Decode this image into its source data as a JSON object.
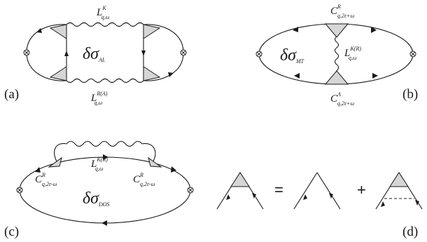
{
  "panels": {
    "a": {
      "label": "(a)",
      "top_propagator": {
        "base": "L",
        "sup": "K",
        "sub": "q,ω"
      },
      "bottom_propagator": {
        "base": "L",
        "sup": "R(A)",
        "sub": "q,ω"
      },
      "correction": {
        "symbol": "δσ",
        "sub": "AL"
      }
    },
    "b": {
      "label": "(b)",
      "top_vertex": {
        "base": "C",
        "sup": "R",
        "sub": "q,2ε+ω"
      },
      "bottom_vertex": {
        "base": "C",
        "sup": "A",
        "sub": "q,2ε+ω"
      },
      "propagator": {
        "base": "L",
        "sup": "K(R)",
        "sub": "q,ω"
      },
      "correction": {
        "symbol": "δσ",
        "sub": "MT"
      }
    },
    "c": {
      "label": "(c)",
      "propagator": {
        "base": "L",
        "sup": "K(R)",
        "sub": "q,ω"
      },
      "left_vertex": {
        "base": "C",
        "sup": "R",
        "sub": "q,2ε-ω"
      },
      "right_vertex": {
        "base": "C",
        "sup": "R",
        "sub": "q,2ε-ω"
      },
      "correction": {
        "symbol": "δσ",
        "sub": "DOS"
      }
    },
    "d": {
      "label": "(d)",
      "equals": "=",
      "plus": "+"
    }
  }
}
